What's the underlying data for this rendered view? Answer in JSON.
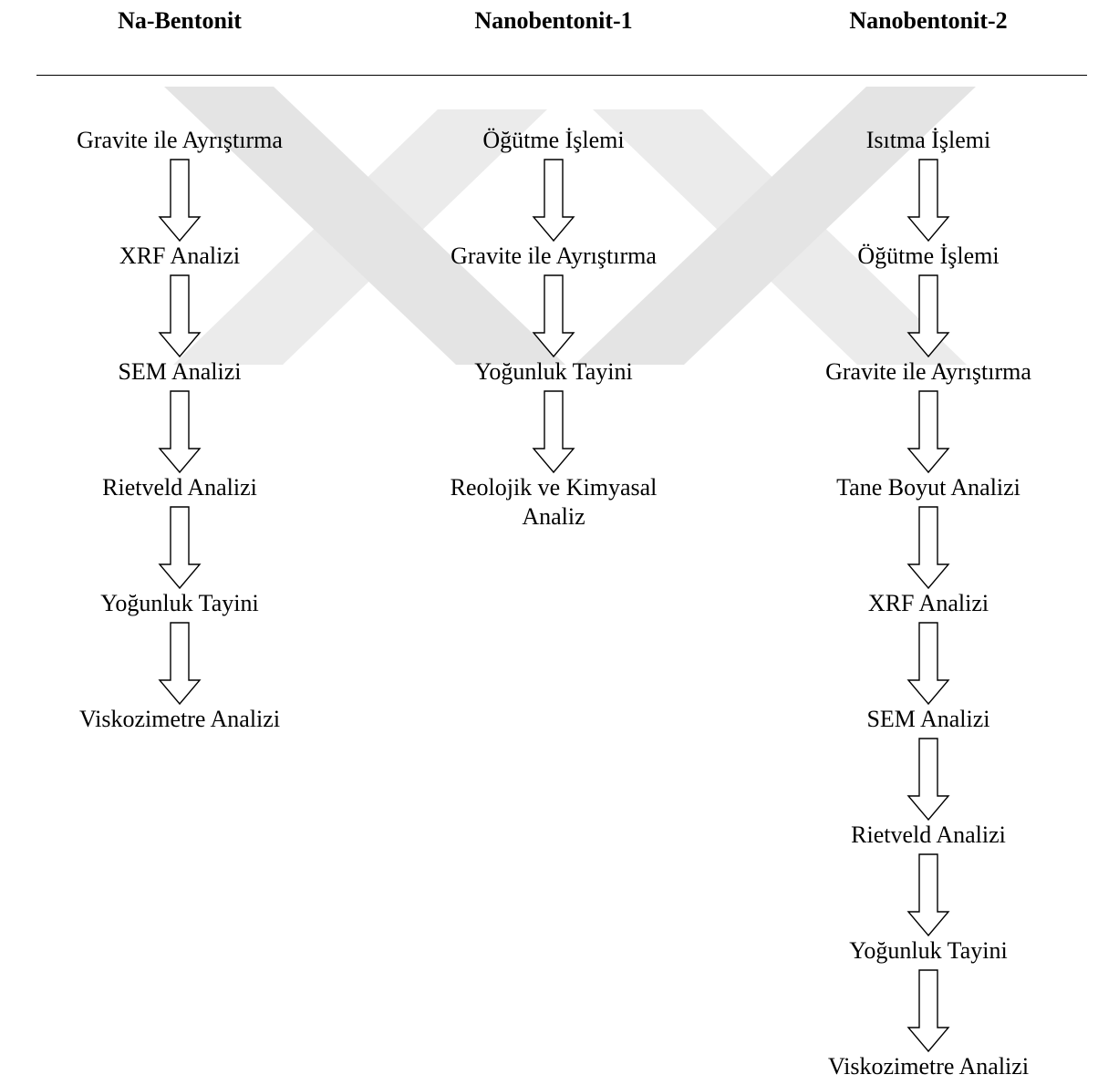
{
  "columns": [
    {
      "title": "Na-Bentonit",
      "steps": [
        "Gravite ile Ayrıştırma",
        "XRF Analizi",
        "SEM Analizi",
        "Rietveld Analizi",
        "Yoğunluk Tayini",
        "Viskozimetre Analizi"
      ]
    },
    {
      "title": "Nanobentonit-1",
      "steps": [
        "Öğütme İşlemi",
        "Gravite ile Ayrıştırma",
        "Yoğunluk Tayini",
        "Reolojik ve Kimyasal\nAnaliz"
      ]
    },
    {
      "title": "Nanobentonit-2",
      "steps": [
        "Isıtma İşlemi",
        "Öğütme İşlemi",
        "Gravite ile Ayrıştırma",
        "Tane Boyut Analizi",
        "XRF Analizi",
        "SEM Analizi",
        "Rietveld Analizi",
        "Yoğunluk Tayini",
        "Viskozimetre Analizi"
      ]
    }
  ],
  "colors": {
    "text": "#000000",
    "watermark": "#d3d3d3"
  }
}
